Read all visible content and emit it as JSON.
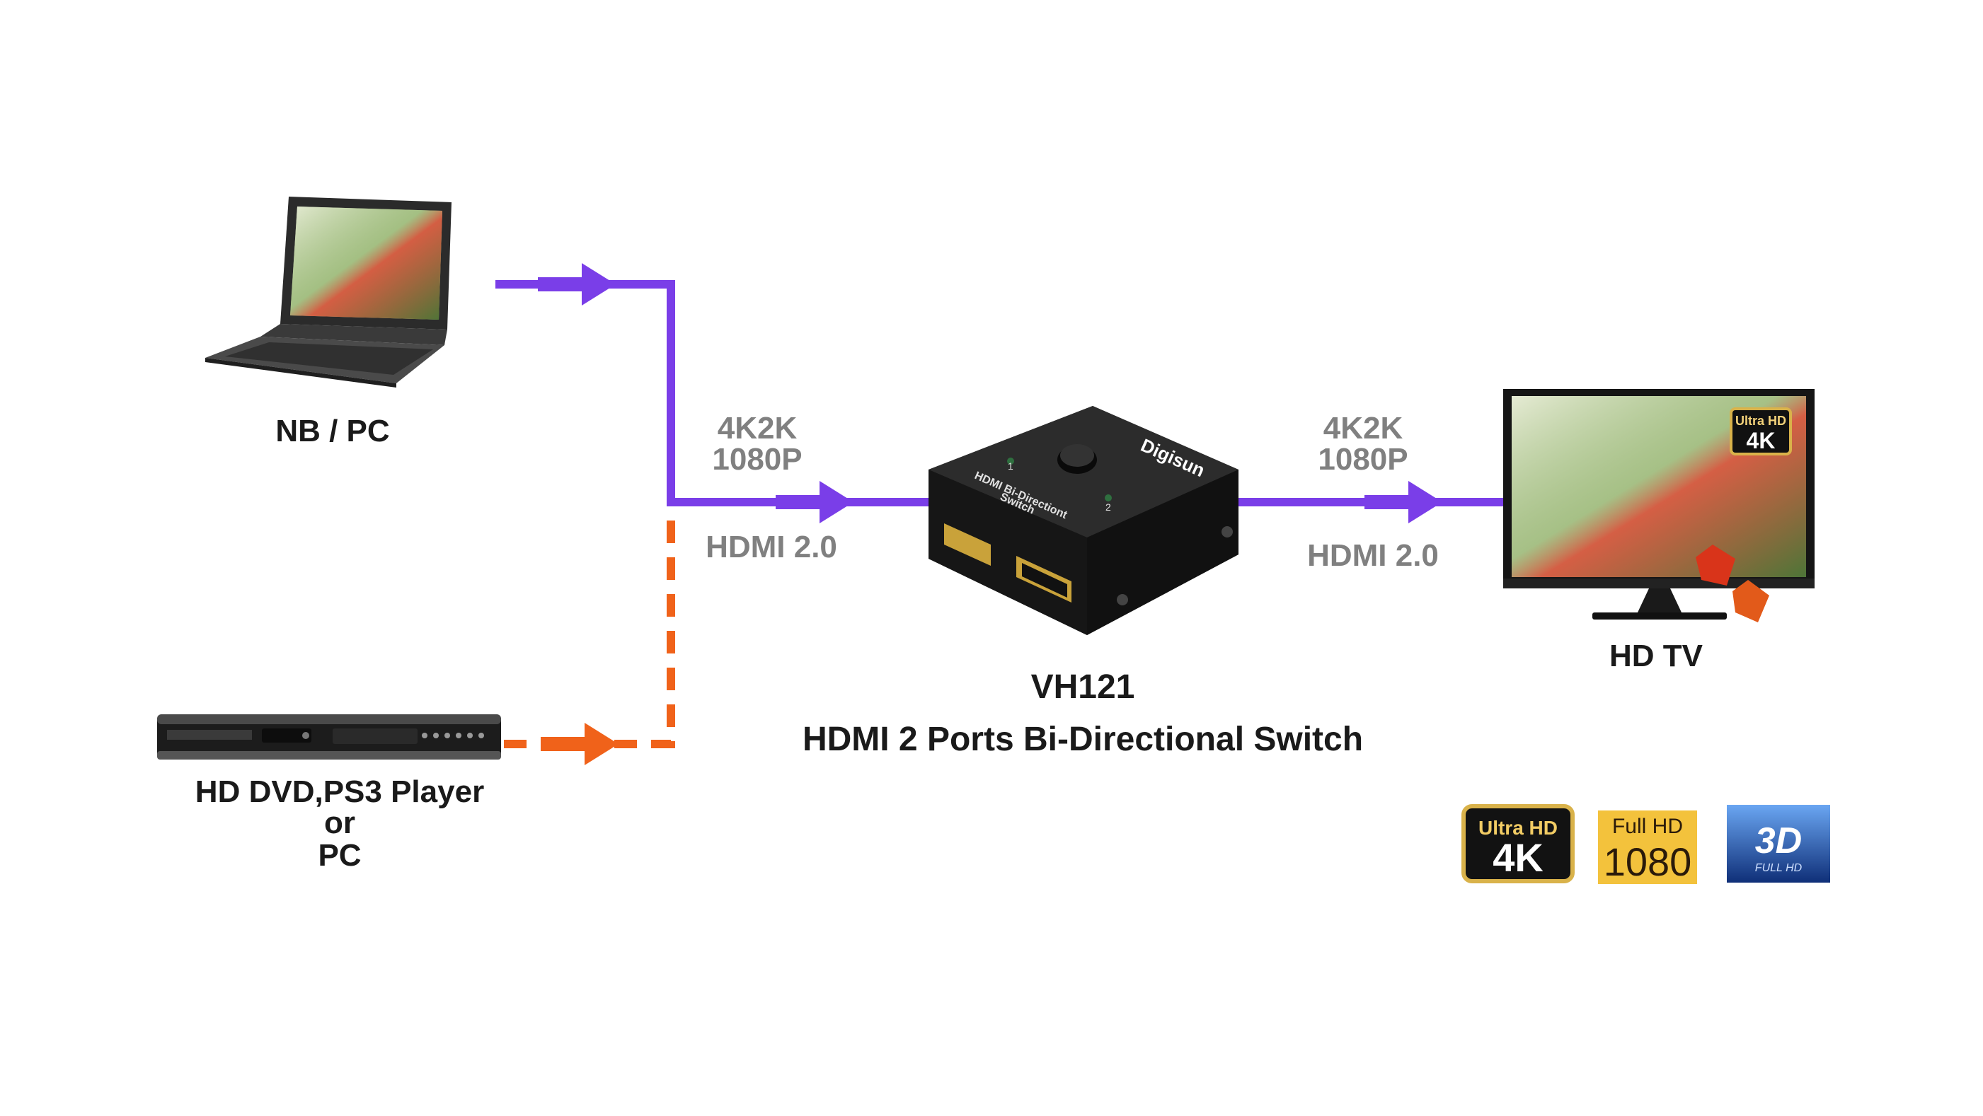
{
  "devices": {
    "laptop_label": "NB / PC",
    "dvd_label_line1": "HD DVD,PS3 Player",
    "dvd_label_line2": "or",
    "dvd_label_line3": "PC",
    "tv_label": "HD TV",
    "tv_badge_top": "Ultra HD",
    "tv_badge_bottom": "4K"
  },
  "switch_device": {
    "brand": "Digisun",
    "panel_line1": "HDMI Bi-Directiont",
    "panel_line2": "Switch",
    "port1": "1",
    "port2": "2"
  },
  "input_link": {
    "resolution1": "4K2K",
    "resolution2": "1080P",
    "interface": "HDMI 2.0"
  },
  "output_link": {
    "resolution1": "4K2K",
    "resolution2": "1080P",
    "interface": "HDMI 2.0"
  },
  "product": {
    "model": "VH121",
    "name": "HDMI 2 Ports Bi-Directional Switch"
  },
  "badges": {
    "uhd_top": "Ultra HD",
    "uhd_bottom": "4K",
    "fullhd_top": "Full HD",
    "fullhd_bottom": "1080",
    "threed_top": "3D",
    "threed_bottom": "FULL HD"
  },
  "colors": {
    "active_line": "#7a3ee8",
    "standby_line": "#f0621a",
    "spec_text": "#808080"
  }
}
